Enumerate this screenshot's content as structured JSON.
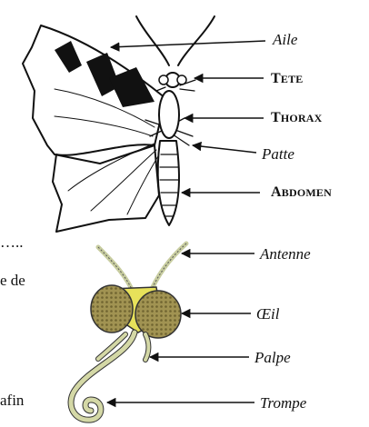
{
  "colors": {
    "ink": "#111111",
    "eye": "#9a8c4a",
    "head": "#e7e15a",
    "proboscis": "#d4d8a6",
    "antenna": "#c8cda0"
  },
  "butterfly_labels": {
    "aile": "Aile",
    "tete": {
      "first": "T",
      "rest": "ETE"
    },
    "thorax": {
      "first": "T",
      "rest": "HORAX"
    },
    "patte": "Patte",
    "abdomen": {
      "first": "A",
      "rest": "BDOMEN"
    }
  },
  "head_labels": {
    "antenne": "Antenne",
    "oeil": "Œil",
    "palpe": "Palpe",
    "trompe": "Trompe"
  },
  "text_fragments": {
    "dots": "…..",
    "ede": "e de",
    "afin": "afin"
  }
}
